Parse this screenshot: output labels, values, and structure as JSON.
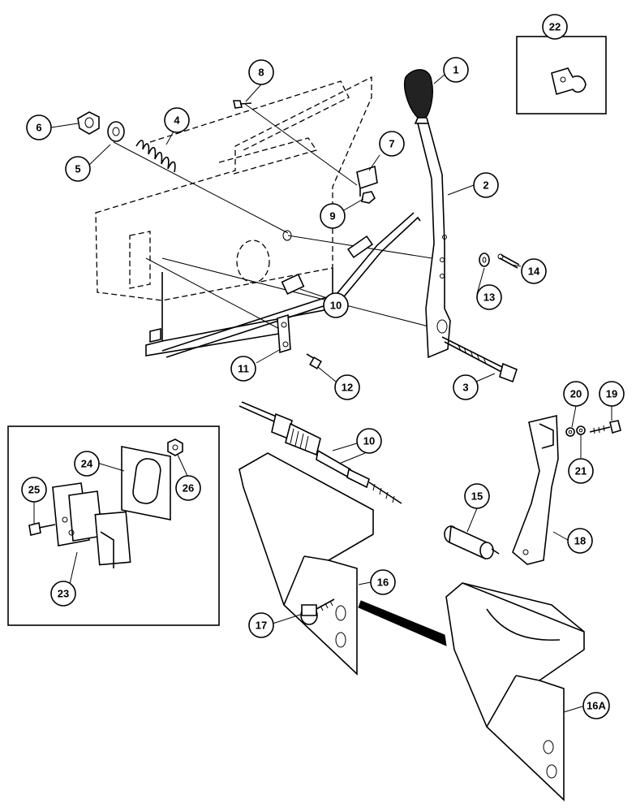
{
  "callouts": {
    "c1": "1",
    "c2": "2",
    "c3": "3",
    "c4": "4",
    "c5": "5",
    "c6": "6",
    "c7": "7",
    "c8": "8",
    "c9": "9",
    "c10a": "10",
    "c10b": "10",
    "c11": "11",
    "c12": "12",
    "c13": "13",
    "c14": "14",
    "c15": "15",
    "c16": "16",
    "c16a": "16A",
    "c17": "17",
    "c18": "18",
    "c19": "19",
    "c20": "20",
    "c21": "21",
    "c22": "22",
    "c23": "23",
    "c24": "24",
    "c25": "25",
    "c26": "26"
  }
}
